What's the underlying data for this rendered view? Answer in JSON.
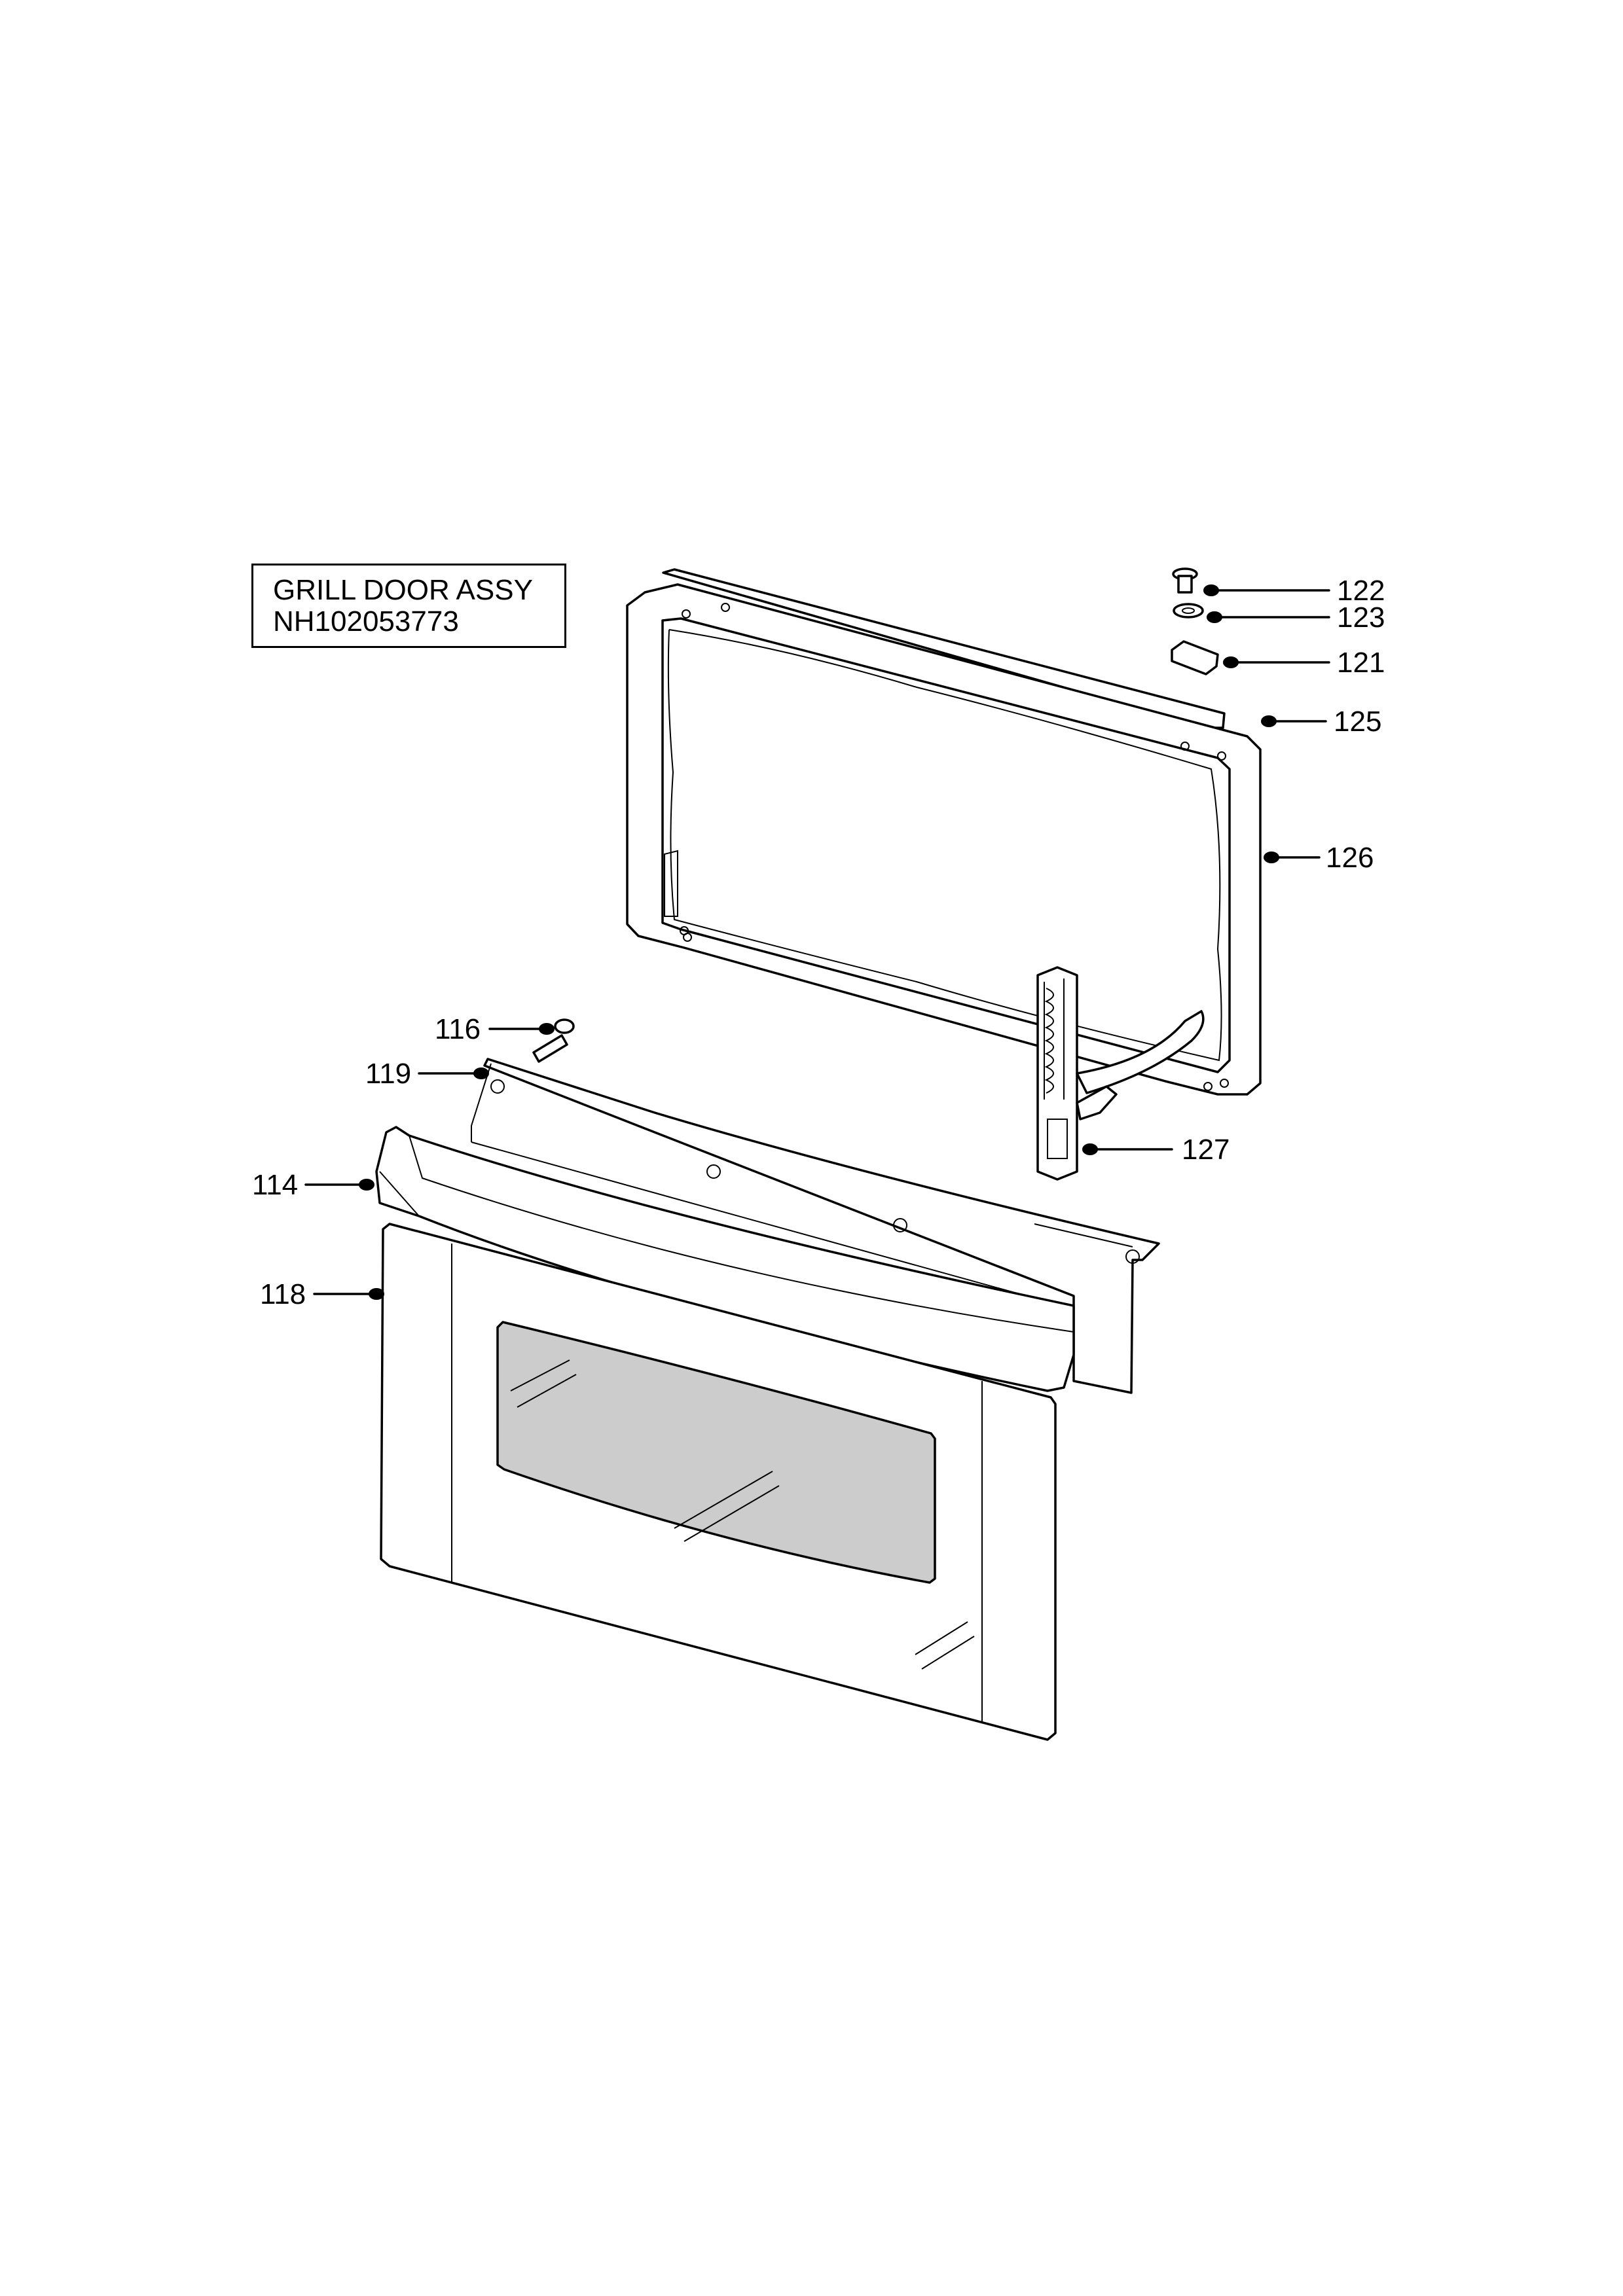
{
  "title_box": {
    "line1": "GRILL DOOR ASSY",
    "line2": "NH102053773"
  },
  "callouts": [
    {
      "id": "122",
      "label": "122"
    },
    {
      "id": "123",
      "label": "123"
    },
    {
      "id": "121",
      "label": "121"
    },
    {
      "id": "125",
      "label": "125"
    },
    {
      "id": "126",
      "label": "126"
    },
    {
      "id": "116",
      "label": "116"
    },
    {
      "id": "119",
      "label": "119"
    },
    {
      "id": "127",
      "label": "127"
    },
    {
      "id": "114",
      "label": "114"
    },
    {
      "id": "118",
      "label": "118"
    }
  ],
  "colors": {
    "line": "#000000",
    "glass": "#cccccc",
    "background": "#ffffff"
  }
}
